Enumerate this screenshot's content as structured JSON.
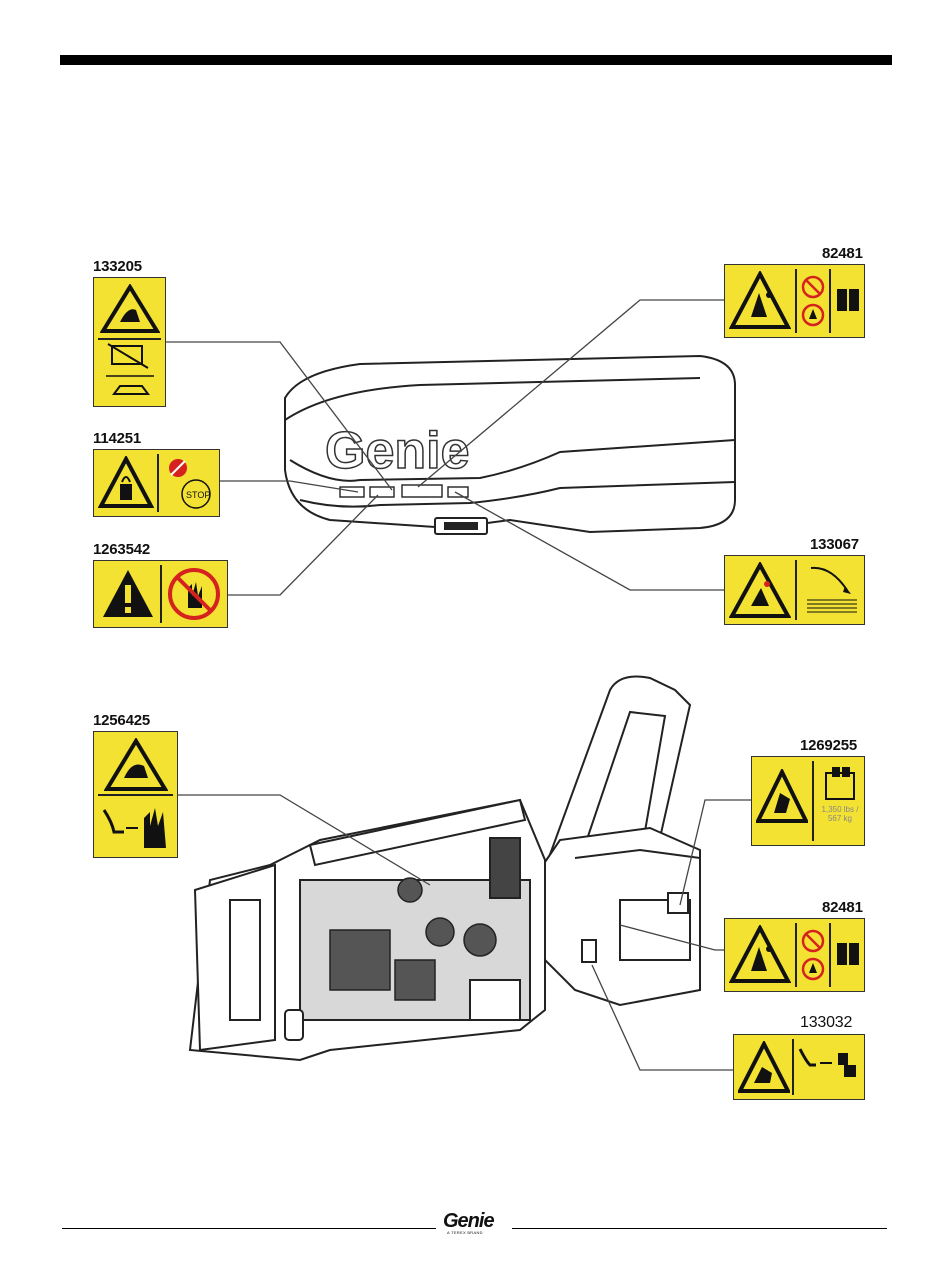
{
  "figure1": {
    "decals": [
      {
        "part": "133205"
      },
      {
        "part": "114251"
      },
      {
        "part": "1263542"
      },
      {
        "part": "82481"
      },
      {
        "part": "133067"
      }
    ],
    "cover_logo": "Genie"
  },
  "figure2": {
    "decals": [
      {
        "part": "1256425"
      },
      {
        "part": "1269255",
        "capacity_text": "1,350 lbs / 567 kg"
      },
      {
        "part": "82481"
      },
      {
        "part": "133032"
      }
    ]
  },
  "footer": {
    "logo": "Genie",
    "sub": "A TEREX BRAND"
  },
  "colors": {
    "decal_yellow": "#f3e232",
    "ink": "#111111",
    "prohibit_red": "#d6221e"
  }
}
